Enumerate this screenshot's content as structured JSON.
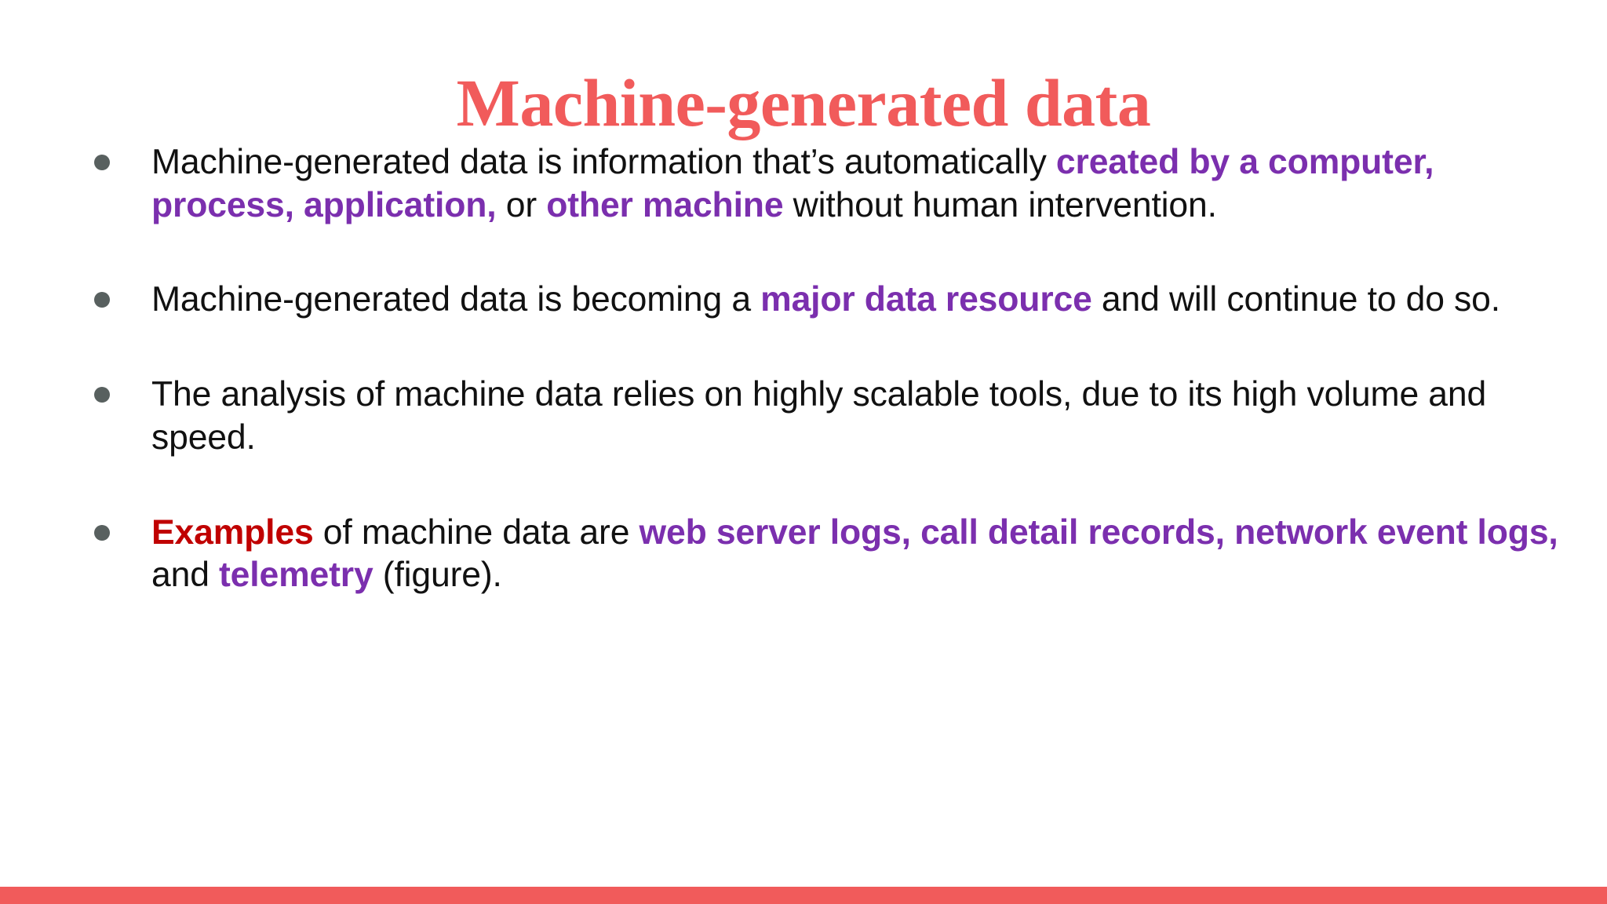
{
  "slide": {
    "title": "Machine-generated data",
    "title_color": "#F15B5B",
    "background_color": "#FFFFFF",
    "accent_purple": "#7B2FAE",
    "accent_red": "#C00000",
    "bullet_color": "#58605F",
    "footer_bar_color": "#F15B5B",
    "bullets": [
      {
        "id": "bullet-definition",
        "runs": [
          {
            "text": "Machine-generated data is information that’s automatically ",
            "style": "plain"
          },
          {
            "text": "created by a computer, process, application,",
            "style": "purple"
          },
          {
            "text": " or ",
            "style": "plain"
          },
          {
            "text": "other machine",
            "style": "purple"
          },
          {
            "text": " without human intervention.",
            "style": "plain"
          }
        ],
        "plain_text": "Machine-generated data is information that’s automatically created by a computer, process, application, or other machine without human intervention."
      },
      {
        "id": "bullet-major-resource",
        "runs": [
          {
            "text": "Machine-generated  data is becoming a ",
            "style": "plain"
          },
          {
            "text": "major data resource",
            "style": "purple"
          },
          {
            "text": " and will continue to do so.",
            "style": "plain"
          }
        ],
        "plain_text": "Machine-generated  data is becoming a major data resource and will continue to do so."
      },
      {
        "id": "bullet-analysis-tools",
        "runs": [
          {
            "text": "The analysis of machine data relies on highly scalable tools, due to its high volume and speed.",
            "style": "plain"
          }
        ],
        "plain_text": "The analysis of machine data relies on highly scalable tools, due to its high volume and speed."
      },
      {
        "id": "bullet-examples",
        "runs": [
          {
            "text": "Examples",
            "style": "red"
          },
          {
            "text": " of machine data are ",
            "style": "plain"
          },
          {
            "text": "web server logs, call detail records, network event logs,",
            "style": "purple"
          },
          {
            "text": " and ",
            "style": "plain"
          },
          {
            "text": "telemetry",
            "style": "purple"
          },
          {
            "text": " (figure).",
            "style": "plain"
          }
        ],
        "plain_text": "Examples of machine data are web server logs, call detail records, network event logs, and telemetry (figure)."
      }
    ]
  }
}
